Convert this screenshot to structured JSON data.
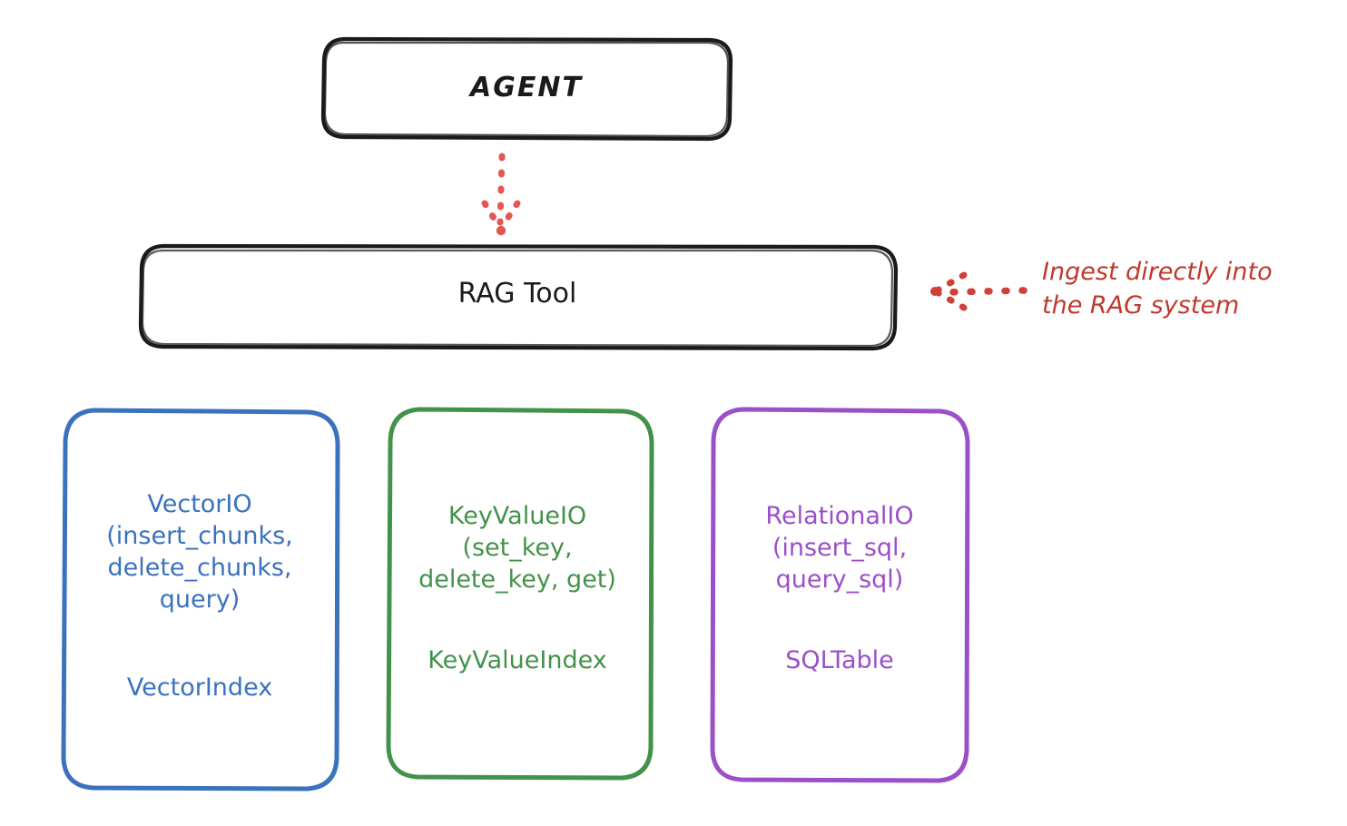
{
  "diagram": {
    "title_nodes": {
      "agent": "AGENT",
      "rag_tool": "RAG Tool"
    },
    "annotation": {
      "line1": "Ingest directly into",
      "line2": "the RAG system",
      "text": "Ingest directly into\nthe RAG system",
      "color": "#c0392b"
    },
    "arrows": [
      {
        "name": "agent-to-ragtool",
        "style": "dotted",
        "direction": "down",
        "color": "#e05a52"
      },
      {
        "name": "annotation-to-ragtool",
        "style": "dotted",
        "direction": "left",
        "color": "#cf4037"
      }
    ],
    "stores": [
      {
        "id": "vector",
        "color": "#3a72bd",
        "api": "VectorIO\n(insert_chunks,\ndelete_chunks,\nquery)",
        "api_name": "VectorIO",
        "api_methods": [
          "insert_chunks",
          "delete_chunks",
          "query"
        ],
        "index": "VectorIndex"
      },
      {
        "id": "keyvalue",
        "color": "#43924a",
        "api": "KeyValueIO\n(set_key,\ndelete_key, get)",
        "api_name": "KeyValueIO",
        "api_methods": [
          "set_key",
          "delete_key",
          "get"
        ],
        "index": "KeyValueIndex"
      },
      {
        "id": "relational",
        "color": "#9b4fc8",
        "api": "RelationalIO\n(insert_sql,\nquery_sql)",
        "api_name": "RelationalIO",
        "api_methods": [
          "insert_sql",
          "query_sql"
        ],
        "index": "SQLTable"
      }
    ],
    "colors": {
      "stroke_dark": "#1a1a1a",
      "background": "#ffffff",
      "blue": "#3a72bd",
      "green": "#43924a",
      "purple": "#9b4fc8",
      "red_arrow": "#e05a52",
      "red_text": "#c0392b"
    }
  }
}
